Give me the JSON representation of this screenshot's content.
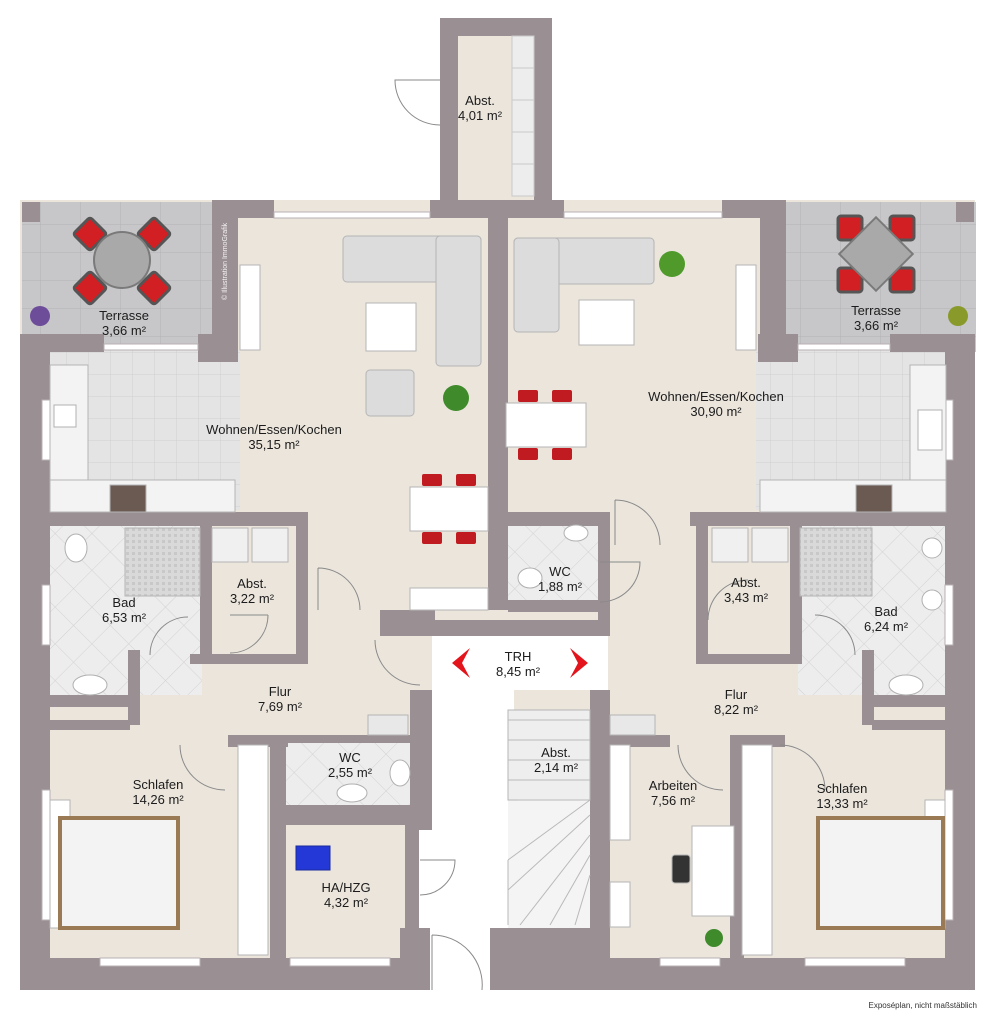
{
  "rooms": [
    {
      "id": "abst-top",
      "name": "Abst.",
      "area": "4,01 m²"
    },
    {
      "id": "terrasse-left",
      "name": "Terrasse",
      "area": "3,66 m²"
    },
    {
      "id": "terrasse-right",
      "name": "Terrasse",
      "area": "3,66 m²"
    },
    {
      "id": "wohnen-left",
      "name": "Wohnen/Essen/Kochen",
      "area": "35,15 m²"
    },
    {
      "id": "wohnen-right",
      "name": "Wohnen/Essen/Kochen",
      "area": "30,90 m²"
    },
    {
      "id": "bad-left",
      "name": "Bad",
      "area": "6,53 m²"
    },
    {
      "id": "abst-left",
      "name": "Abst.",
      "area": "3,22 m²"
    },
    {
      "id": "wc-right",
      "name": "WC",
      "area": "1,88 m²"
    },
    {
      "id": "abst-right",
      "name": "Abst.",
      "area": "3,43 m²"
    },
    {
      "id": "bad-right",
      "name": "Bad",
      "area": "6,24 m²"
    },
    {
      "id": "trh",
      "name": "TRH",
      "area": "8,45 m²"
    },
    {
      "id": "flur-left",
      "name": "Flur",
      "area": "7,69 m²"
    },
    {
      "id": "flur-right",
      "name": "Flur",
      "area": "8,22 m²"
    },
    {
      "id": "abst-stair",
      "name": "Abst.",
      "area": "2,14 m²"
    },
    {
      "id": "wc-left",
      "name": "WC",
      "area": "2,55 m²"
    },
    {
      "id": "schlafen-left",
      "name": "Schlafen",
      "area": "14,26 m²"
    },
    {
      "id": "arbeiten",
      "name": "Arbeiten",
      "area": "7,56 m²"
    },
    {
      "id": "schlafen-right",
      "name": "Schlafen",
      "area": "13,33 m²"
    },
    {
      "id": "ha-hzg",
      "name": "HA/HZG",
      "area": "4,32 m²"
    }
  ],
  "watermark": "© Illustration ImmoGrafik",
  "footer_note": "Exposéplan, nicht maßstäblich",
  "colors": {
    "wall": "#9a8f93",
    "floor": "#ebe5dc",
    "tile": "#d6d6d6",
    "arrow": "#e3141c",
    "furniture": "#e3e3e3",
    "terrace": "#c4c4c4"
  }
}
